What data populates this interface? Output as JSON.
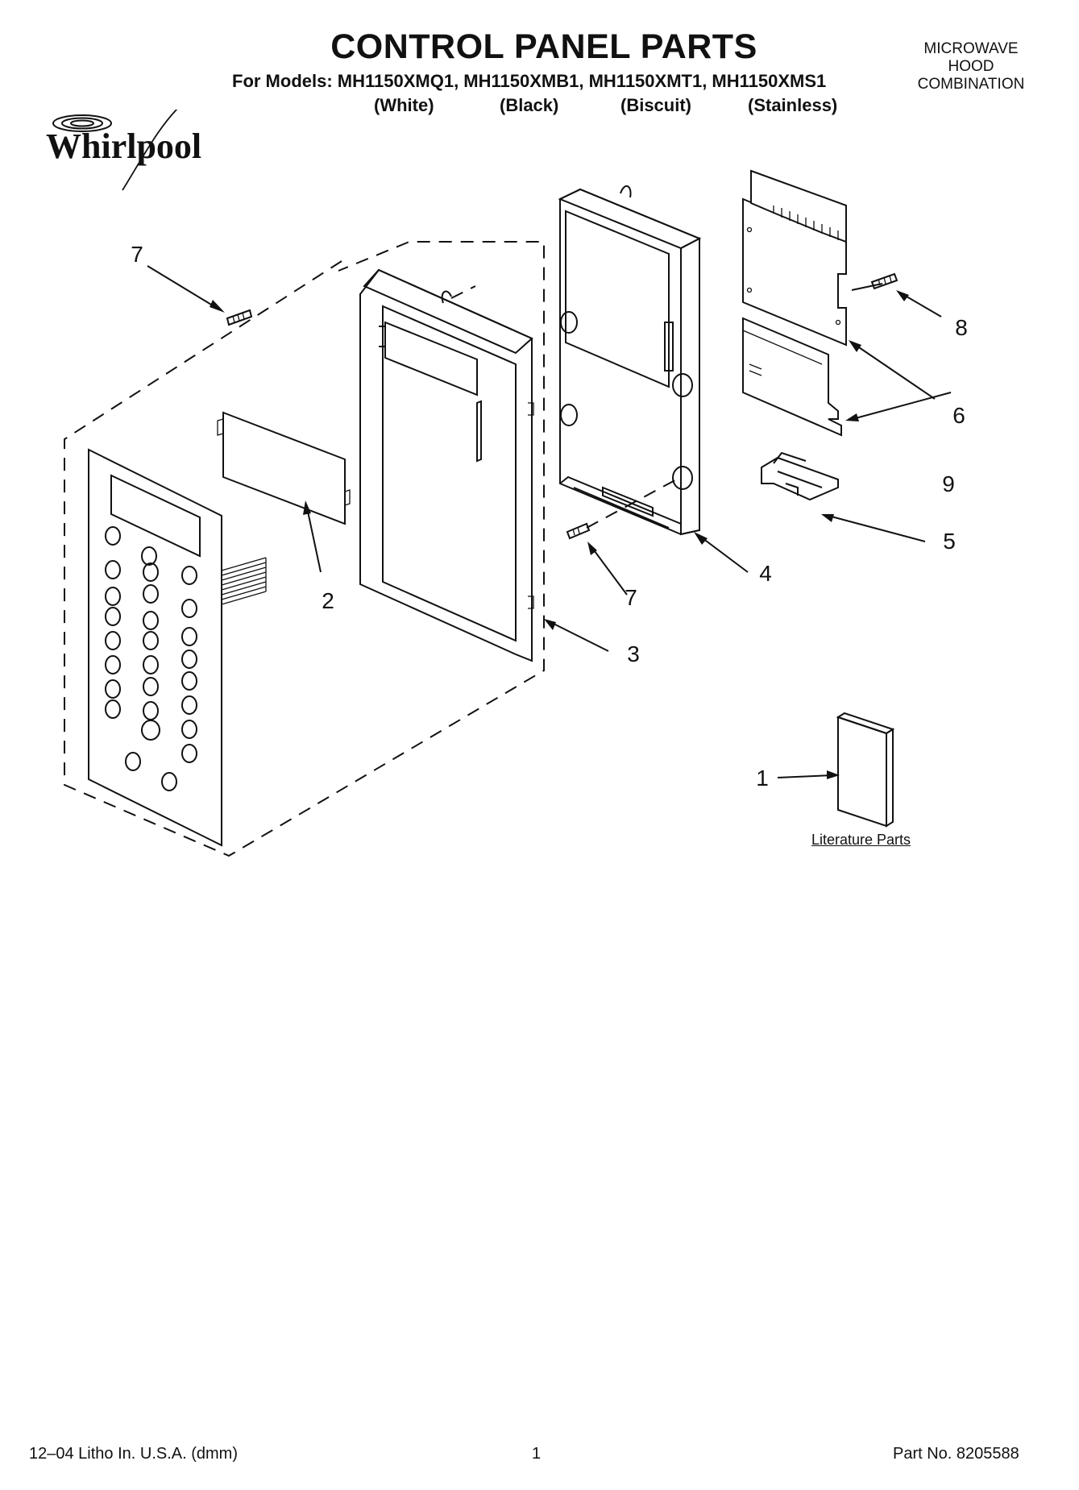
{
  "header": {
    "title": "CONTROL PANEL PARTS",
    "models_line": "For Models: MH1150XMQ1, MH1150XMB1, MH1150XMT1, MH1150XMS1",
    "colors": [
      "(White)",
      "(Black)",
      "(Biscuit)",
      "(Stainless)"
    ],
    "product_line1": "MICROWAVE",
    "product_line2": "HOOD",
    "product_line3": "COMBINATION",
    "brand": "Whirlpool"
  },
  "callouts": {
    "c1": "1",
    "c2": "2",
    "c3": "3",
    "c4": "4",
    "c5": "5",
    "c6": "6",
    "c7a": "7",
    "c7b": "7",
    "c8": "8",
    "c9": "9"
  },
  "literature_label": "Literature Parts",
  "footer": {
    "left": "12–04 Litho In. U.S.A. (dmm)",
    "page": "1",
    "right": "Part No. 8205588"
  },
  "colors_hex": {
    "ink": "#111111",
    "paper": "#ffffff"
  }
}
